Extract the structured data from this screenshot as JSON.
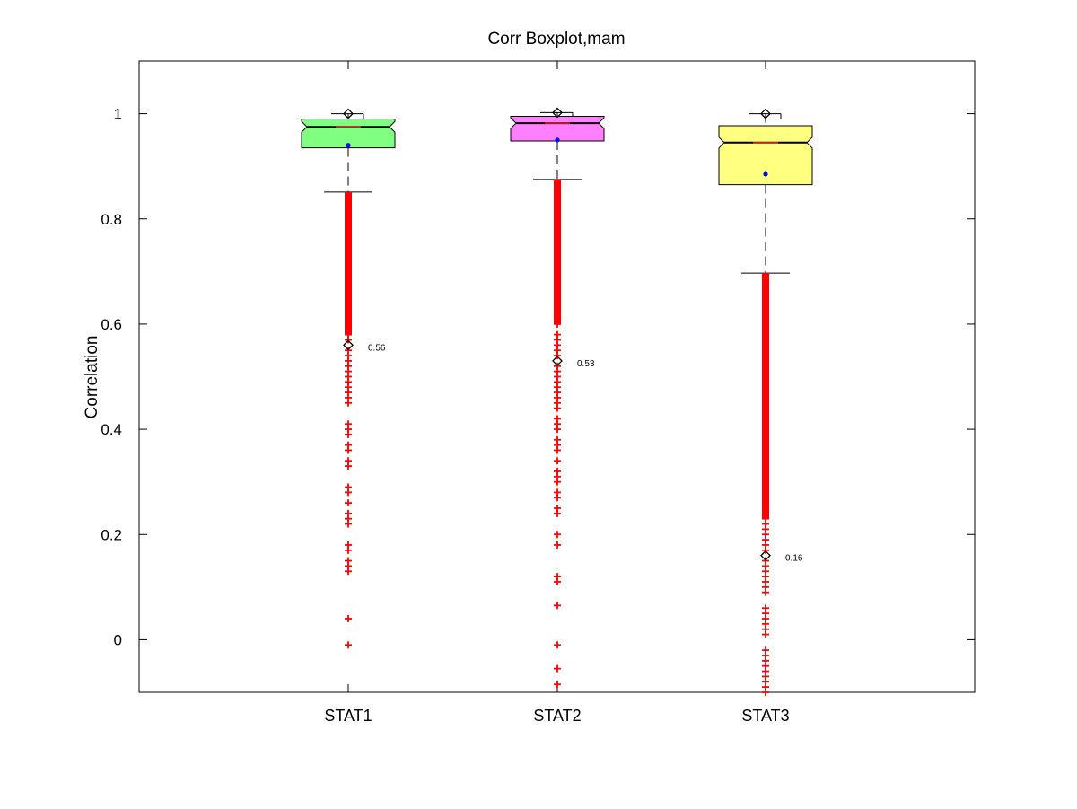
{
  "chart_data": {
    "type": "boxplot",
    "title": "Corr Boxplot,mam",
    "xlabel": "",
    "ylabel": "Correlation",
    "ylim": [
      -0.1,
      1.1
    ],
    "yticks": [
      0,
      0.2,
      0.4,
      0.6,
      0.8,
      1
    ],
    "ytick_labels": [
      "0",
      "0.2",
      "0.4",
      "0.6",
      "0.8",
      "1"
    ],
    "grid": false,
    "categories": [
      "STAT1",
      "STAT2",
      "STAT3"
    ],
    "series": [
      {
        "label": "STAT1",
        "color": "#80ff80",
        "q1": 0.935,
        "median": 0.975,
        "q3": 0.99,
        "whisker_low": 0.851,
        "whisker_high": 1.0,
        "mean": 0.94,
        "max_marker": 1.0,
        "annotated_point": 0.56,
        "annotation": "0.56",
        "outlier_dense_range": [
          0.58,
          0.851
        ],
        "outliers": [
          0.57,
          0.55,
          0.54,
          0.53,
          0.52,
          0.51,
          0.5,
          0.49,
          0.48,
          0.47,
          0.46,
          0.45,
          0.41,
          0.4,
          0.39,
          0.37,
          0.36,
          0.34,
          0.33,
          0.29,
          0.28,
          0.26,
          0.24,
          0.23,
          0.22,
          0.18,
          0.17,
          0.15,
          0.14,
          0.13,
          0.04,
          -0.01
        ]
      },
      {
        "label": "STAT2",
        "color": "#ff80ff",
        "q1": 0.948,
        "median": 0.982,
        "q3": 0.995,
        "whisker_low": 0.875,
        "whisker_high": 1.002,
        "mean": 0.95,
        "max_marker": 1.002,
        "annotated_point": 0.53,
        "annotation": "0.53",
        "outlier_dense_range": [
          0.6,
          0.875
        ],
        "outliers": [
          0.58,
          0.57,
          0.56,
          0.55,
          0.54,
          0.52,
          0.51,
          0.5,
          0.49,
          0.48,
          0.47,
          0.46,
          0.45,
          0.44,
          0.42,
          0.41,
          0.4,
          0.38,
          0.37,
          0.36,
          0.34,
          0.32,
          0.31,
          0.3,
          0.28,
          0.27,
          0.25,
          0.24,
          0.2,
          0.18,
          0.12,
          0.11,
          0.065,
          -0.01,
          -0.055,
          -0.085
        ]
      },
      {
        "label": "STAT3",
        "color": "#ffff80",
        "q1": 0.865,
        "median": 0.945,
        "q3": 0.977,
        "whisker_low": 0.697,
        "whisker_high": 1.0,
        "mean": 0.885,
        "max_marker": 1.0,
        "annotated_point": 0.16,
        "annotation": "0.16",
        "outlier_dense_range": [
          0.23,
          0.697
        ],
        "outliers": [
          0.22,
          0.21,
          0.2,
          0.19,
          0.18,
          0.17,
          0.15,
          0.14,
          0.13,
          0.12,
          0.11,
          0.1,
          0.09,
          0.06,
          0.05,
          0.04,
          0.03,
          0.02,
          0.01,
          -0.02,
          -0.03,
          -0.04,
          -0.05,
          -0.06,
          -0.07,
          -0.08,
          -0.09,
          -0.1
        ]
      }
    ]
  }
}
